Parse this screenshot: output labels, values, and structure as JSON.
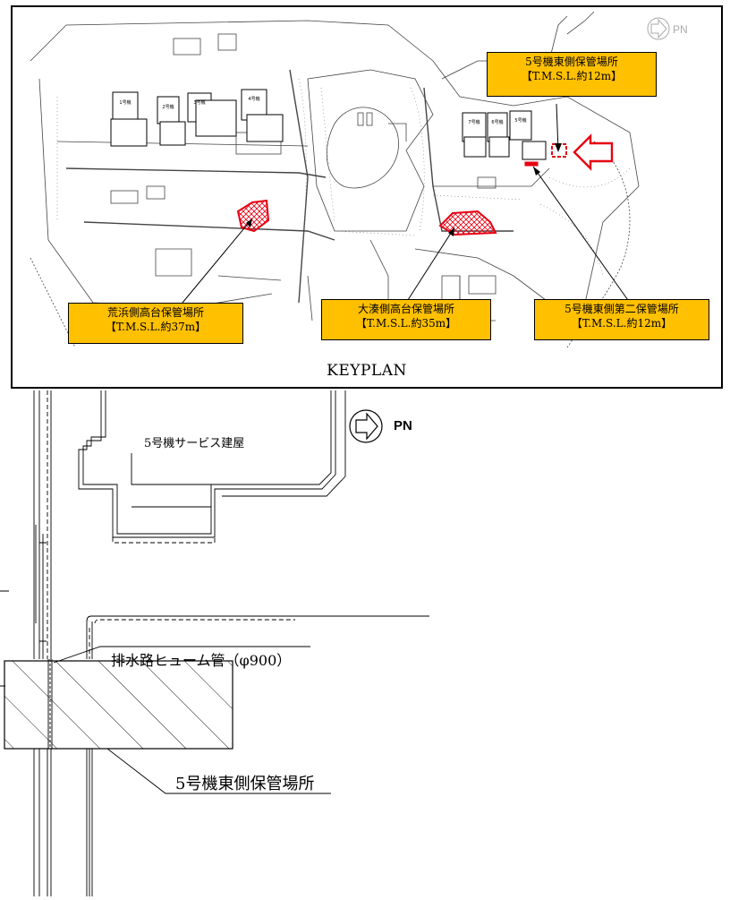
{
  "keyplan": {
    "title": "KEYPLAN",
    "north_label": "PN",
    "callouts": [
      {
        "id": "east",
        "line1": "5号機東側保管場所",
        "line2": "【T.M.S.L.約12m】"
      },
      {
        "id": "arahama",
        "line1": "荒浜側高台保管場所",
        "line2": "【T.M.S.L.約37m】"
      },
      {
        "id": "ominato",
        "line1": "大湊側高台保管場所",
        "line2": "【T.M.S.L.約35m】"
      },
      {
        "id": "east2",
        "line1": "5号機東側第二保管場所",
        "line2": "【T.M.S.L.約12m】"
      }
    ],
    "building_labels": [
      "1号機",
      "2号機",
      "3号機",
      "4号機",
      "7号機",
      "6号機",
      "5号機"
    ],
    "colors": {
      "highlight": "#e60012",
      "callout_fill": "#ffc000"
    }
  },
  "detail": {
    "north_label": "PN",
    "service_building": "5号機サービス建屋",
    "pipe_label": "排水路ヒューム管（φ900）",
    "storage_label": "5号機東側保管場所"
  }
}
